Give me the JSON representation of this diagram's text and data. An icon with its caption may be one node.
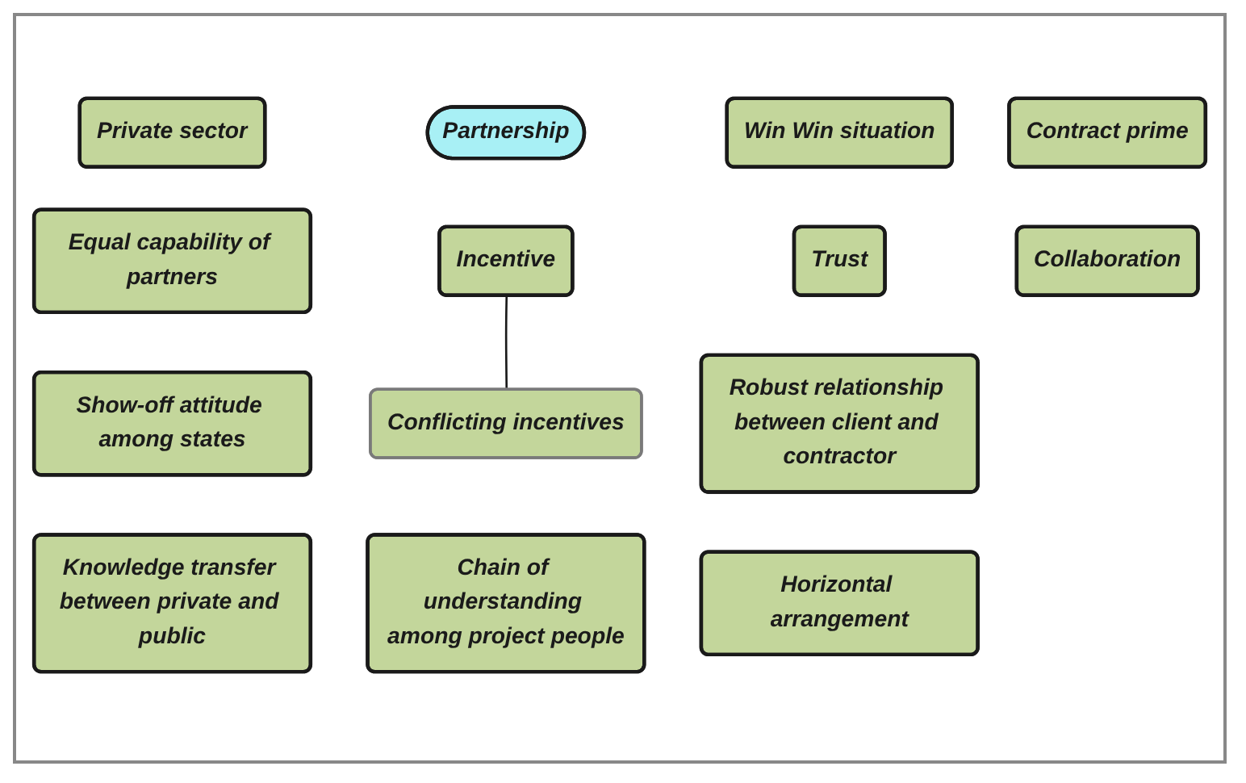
{
  "diagram": {
    "nodes": [
      {
        "text": [
          "Private sector"
        ]
      },
      {
        "text": [
          "Partnership"
        ]
      },
      {
        "text": [
          "Win Win situation"
        ]
      },
      {
        "text": [
          "Equal capability of partners"
        ]
      },
      {
        "text": [
          "Trust"
        ]
      },
      {
        "text": [
          "Contract prime"
        ]
      },
      {
        "text": [
          "Incentive"
        ]
      },
      {
        "text": [
          "Show-off attitude among states"
        ]
      },
      {
        "text": [
          "Robust relationship between client and contractor"
        ]
      },
      {
        "text": [
          "Collaboration"
        ]
      },
      {
        "text": [
          "Conflicting incentives"
        ]
      },
      {
        "text": [
          "Knowledge transfer between private and public"
        ]
      },
      {
        "text": [
          "Horizontal arrangement"
        ]
      },
      {
        "text": [
          "Chain of understanding among project people"
        ]
      }
    ],
    "edges": [
      {
        "from": 6,
        "to": 10,
        "arrow": "none"
      }
    ]
  }
}
